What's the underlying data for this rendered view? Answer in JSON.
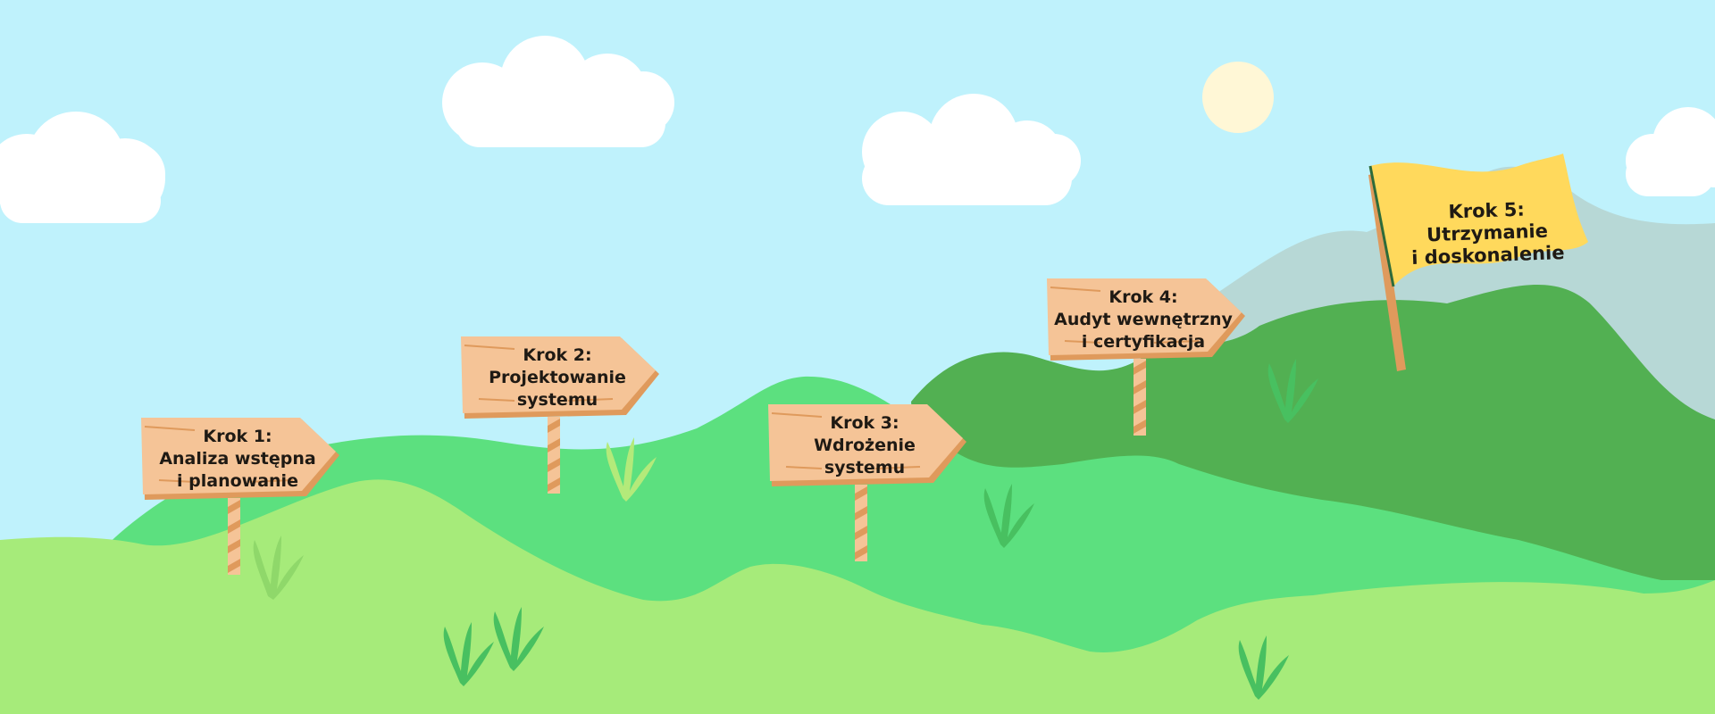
{
  "colors": {
    "sky": "#bff2fc",
    "sun": "#fff7d6",
    "cloud": "#ffffff",
    "far_mountain": "#b7d8d6",
    "dark_hill": "#52b052",
    "mid_hill": "#5ce07f",
    "front_hill": "#a6eb7a",
    "sign_board": "#f5c497",
    "sign_edge": "#df9a5c",
    "flag": "#ffd95c"
  },
  "steps": [
    {
      "title": "Krok 1:",
      "line1": "Analiza wstępna",
      "line2": "i planowanie"
    },
    {
      "title": "Krok 2:",
      "line1": "Projektowanie",
      "line2": "systemu"
    },
    {
      "title": "Krok 3:",
      "line1": "Wdrożenie",
      "line2": "systemu"
    },
    {
      "title": "Krok 4:",
      "line1": "Audyt wewnętrzny",
      "line2": "i certyfikacja"
    }
  ],
  "final_step": {
    "title": "Krok 5:",
    "line1": "Utrzymanie",
    "line2": "i doskonalenie"
  }
}
